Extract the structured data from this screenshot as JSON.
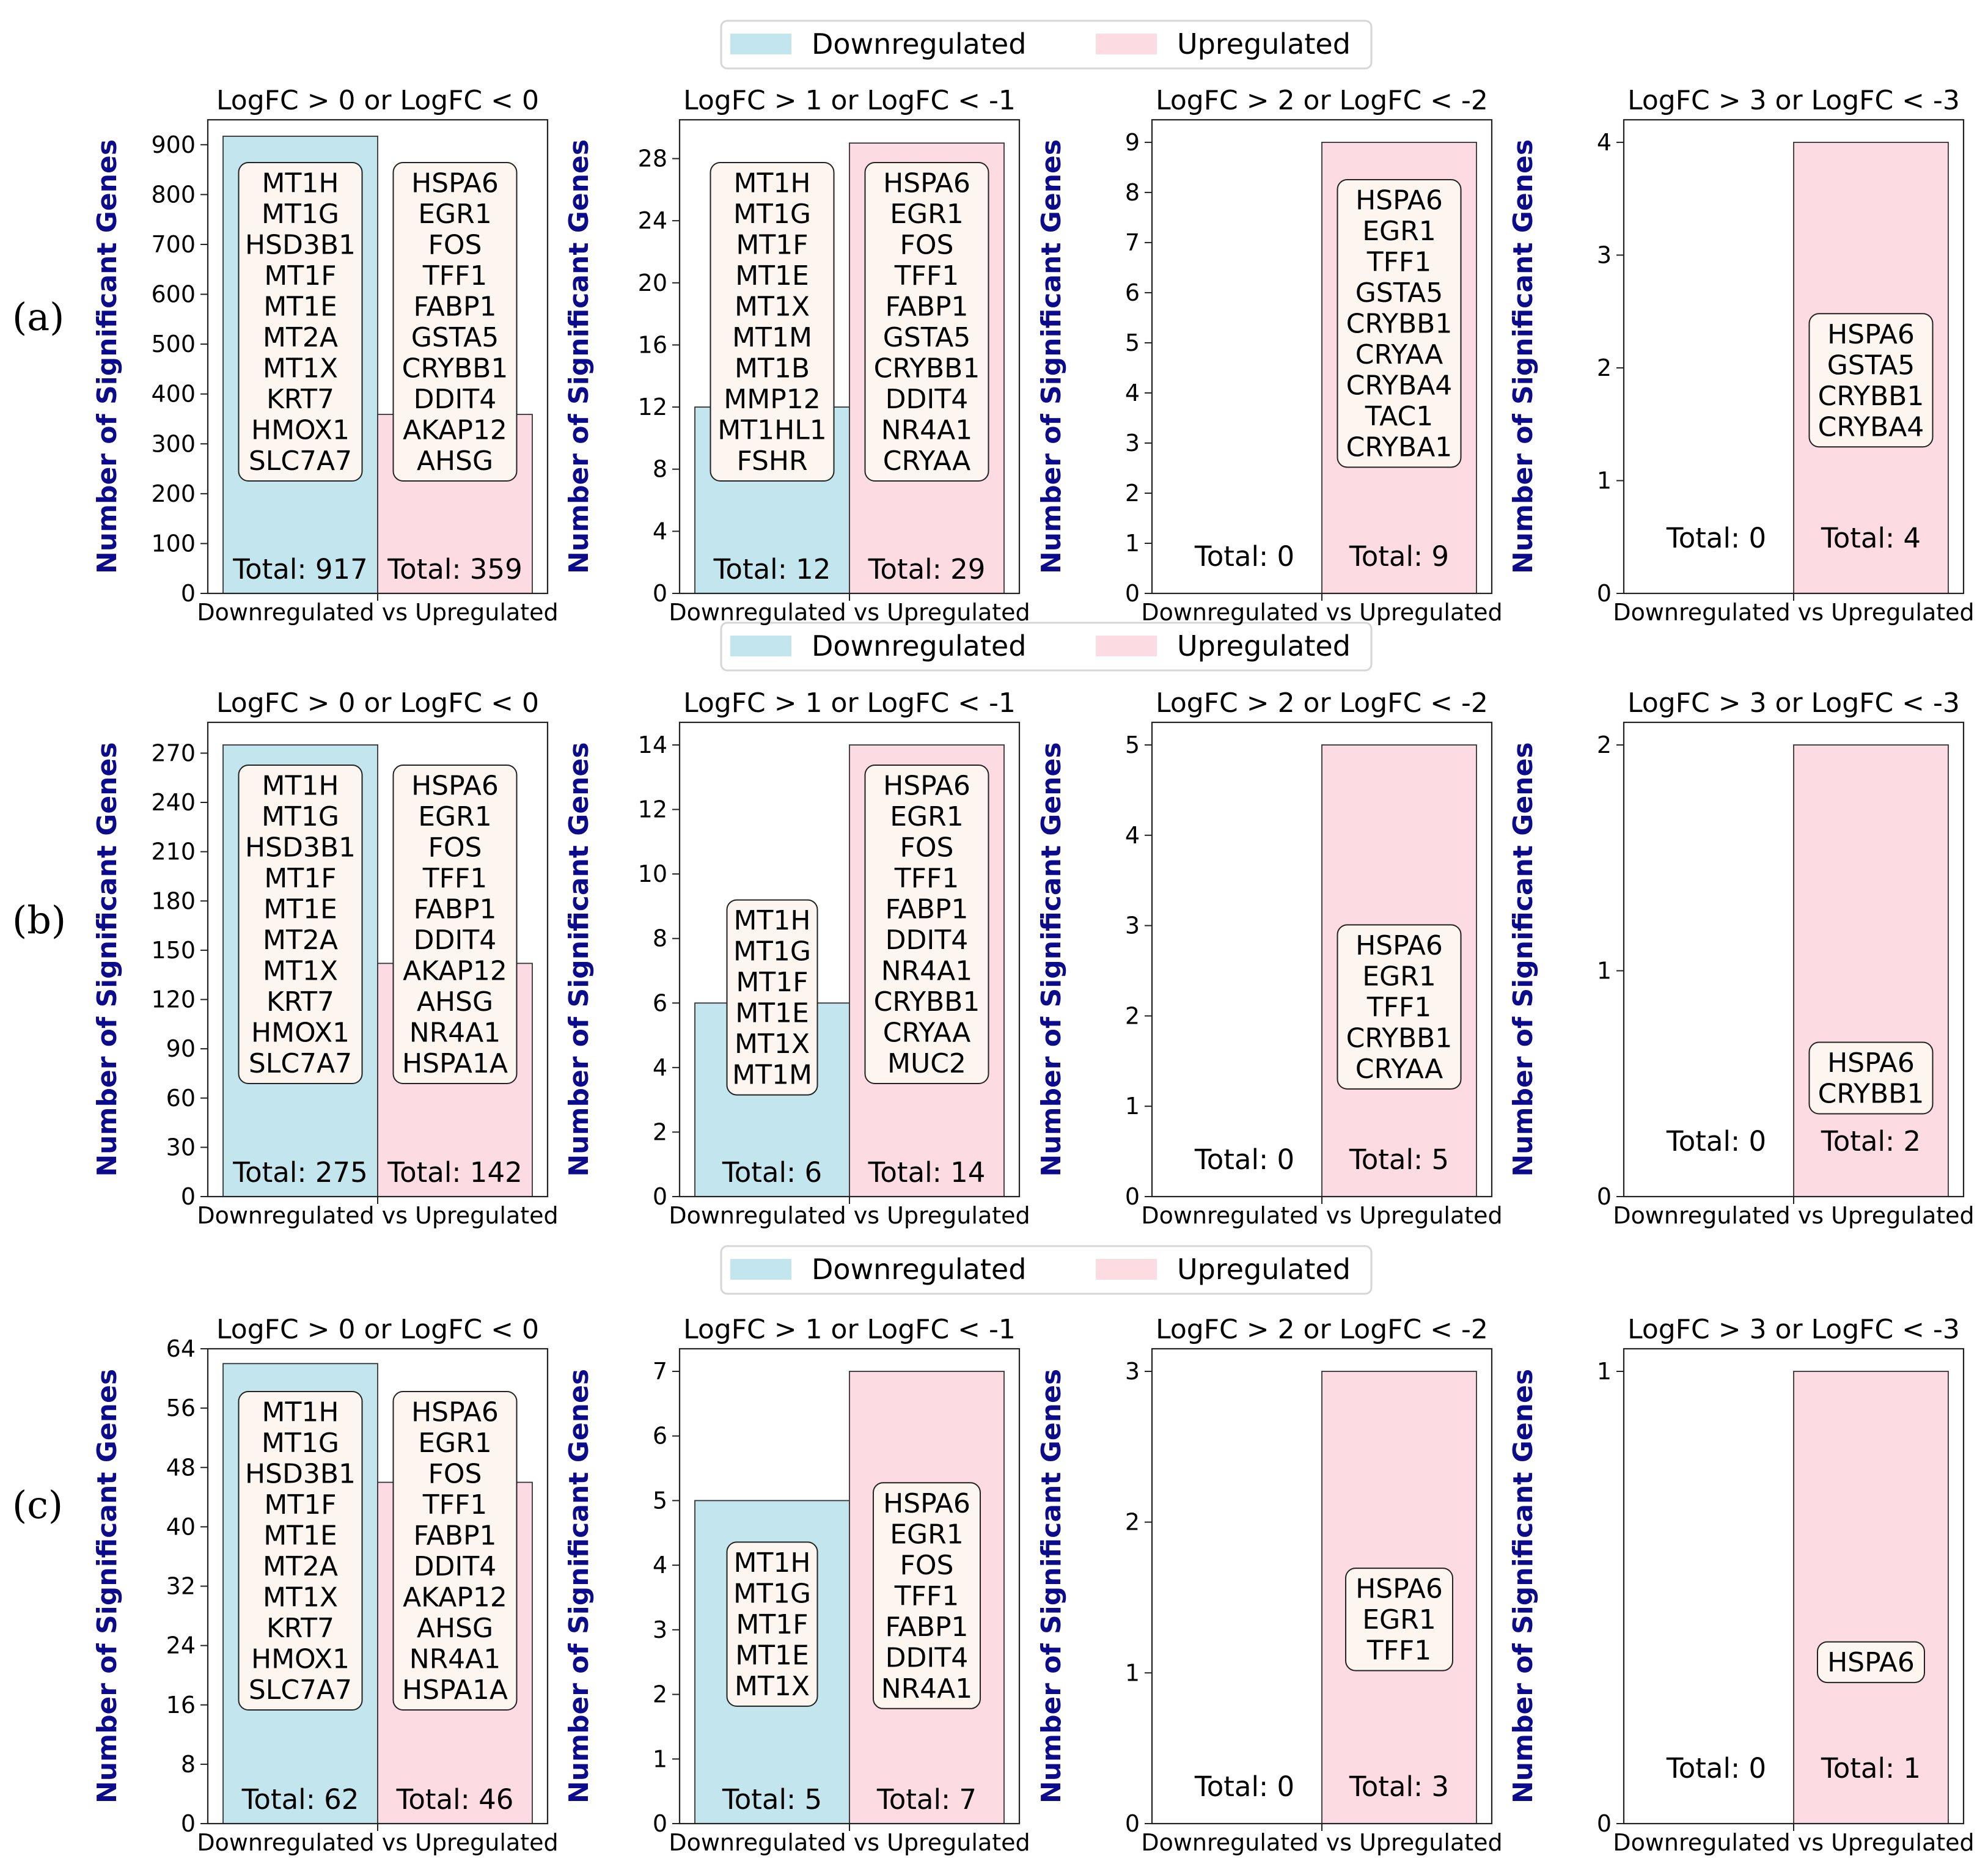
{
  "colors": {
    "down": "#c3e6ee",
    "up": "#fcdbe2",
    "box": "#fdf5ef",
    "ylabel": "#0b0b8c"
  },
  "legend": {
    "down_label": "Downregulated",
    "up_label": "Upregulated"
  },
  "x_label": "Downregulated vs Upregulated",
  "y_label": "Number of Significant Genes",
  "total_prefix": "Total: ",
  "rows": [
    {
      "label": "(a)"
    },
    {
      "label": "(b)"
    },
    {
      "label": "(c)"
    }
  ],
  "chart_data": [
    {
      "type": "bar",
      "row": 0,
      "col": 0,
      "title": "LogFC > 0 or LogFC < 0",
      "ylim": [
        0,
        950
      ],
      "yticks": [
        0,
        100,
        200,
        300,
        400,
        500,
        600,
        700,
        800,
        900
      ],
      "values": [
        917,
        359
      ],
      "down_genes": [
        "MT1H",
        "MT1G",
        "HSD3B1",
        "MT1F",
        "MT1E",
        "MT2A",
        "MT1X",
        "KRT7",
        "HMOX1",
        "SLC7A7"
      ],
      "up_genes": [
        "HSPA6",
        "EGR1",
        "FOS",
        "TFF1",
        "FABP1",
        "GSTA5",
        "CRYBB1",
        "DDIT4",
        "AKAP12",
        "AHSG"
      ]
    },
    {
      "type": "bar",
      "row": 0,
      "col": 1,
      "title": "LogFC > 1 or LogFC < -1",
      "ylim": [
        0,
        30.5
      ],
      "yticks": [
        0,
        4,
        8,
        12,
        16,
        20,
        24,
        28
      ],
      "values": [
        12,
        29
      ],
      "down_genes": [
        "MT1H",
        "MT1G",
        "MT1F",
        "MT1E",
        "MT1X",
        "MT1M",
        "MT1B",
        "MMP12",
        "MT1HL1",
        "FSHR"
      ],
      "up_genes": [
        "HSPA6",
        "EGR1",
        "FOS",
        "TFF1",
        "FABP1",
        "GSTA5",
        "CRYBB1",
        "DDIT4",
        "NR4A1",
        "CRYAA"
      ]
    },
    {
      "type": "bar",
      "row": 0,
      "col": 2,
      "title": "LogFC > 2 or LogFC < -2",
      "ylim": [
        0,
        9.45
      ],
      "yticks": [
        0,
        1,
        2,
        3,
        4,
        5,
        6,
        7,
        8,
        9
      ],
      "values": [
        0,
        9
      ],
      "down_genes": [],
      "up_genes": [
        "HSPA6",
        "EGR1",
        "TFF1",
        "GSTA5",
        "CRYBB1",
        "CRYAA",
        "CRYBA4",
        "TAC1",
        "CRYBA1"
      ]
    },
    {
      "type": "bar",
      "row": 0,
      "col": 3,
      "title": "LogFC > 3 or LogFC < -3",
      "ylim": [
        0,
        4.2
      ],
      "yticks": [
        0,
        1,
        2,
        3,
        4
      ],
      "values": [
        0,
        4
      ],
      "down_genes": [],
      "up_genes": [
        "HSPA6",
        "GSTA5",
        "CRYBB1",
        "CRYBA4"
      ]
    },
    {
      "type": "bar",
      "row": 1,
      "col": 0,
      "title": "LogFC > 0 or LogFC < 0",
      "ylim": [
        0,
        288.75
      ],
      "yticks": [
        0,
        30,
        60,
        90,
        120,
        150,
        180,
        210,
        240,
        270
      ],
      "values": [
        275,
        142
      ],
      "down_genes": [
        "MT1H",
        "MT1G",
        "HSD3B1",
        "MT1F",
        "MT1E",
        "MT2A",
        "MT1X",
        "KRT7",
        "HMOX1",
        "SLC7A7"
      ],
      "up_genes": [
        "HSPA6",
        "EGR1",
        "FOS",
        "TFF1",
        "FABP1",
        "DDIT4",
        "AKAP12",
        "AHSG",
        "NR4A1",
        "HSPA1A"
      ]
    },
    {
      "type": "bar",
      "row": 1,
      "col": 1,
      "title": "LogFC > 1 or LogFC < -1",
      "ylim": [
        0,
        14.7
      ],
      "yticks": [
        0,
        2,
        4,
        6,
        8,
        10,
        12,
        14
      ],
      "values": [
        6,
        14
      ],
      "down_genes": [
        "MT1H",
        "MT1G",
        "MT1F",
        "MT1E",
        "MT1X",
        "MT1M"
      ],
      "up_genes": [
        "HSPA6",
        "EGR1",
        "FOS",
        "TFF1",
        "FABP1",
        "DDIT4",
        "NR4A1",
        "CRYBB1",
        "CRYAA",
        "MUC2"
      ]
    },
    {
      "type": "bar",
      "row": 1,
      "col": 2,
      "title": "LogFC > 2 or LogFC < -2",
      "ylim": [
        0,
        5.25
      ],
      "yticks": [
        0,
        1,
        2,
        3,
        4,
        5
      ],
      "values": [
        0,
        5
      ],
      "down_genes": [],
      "up_genes": [
        "HSPA6",
        "EGR1",
        "TFF1",
        "CRYBB1",
        "CRYAA"
      ]
    },
    {
      "type": "bar",
      "row": 1,
      "col": 3,
      "title": "LogFC > 3 or LogFC < -3",
      "ylim": [
        0,
        2.1
      ],
      "yticks": [
        0,
        1,
        2
      ],
      "values": [
        0,
        2
      ],
      "down_genes": [],
      "up_genes": [
        "HSPA6",
        "CRYBB1"
      ]
    },
    {
      "type": "bar",
      "row": 2,
      "col": 0,
      "title": "LogFC > 0 or LogFC < 0",
      "ylim": [
        0,
        64
      ],
      "yticks": [
        0,
        8,
        16,
        24,
        32,
        40,
        48,
        56,
        64
      ],
      "values": [
        62,
        46
      ],
      "down_genes": [
        "MT1H",
        "MT1G",
        "HSD3B1",
        "MT1F",
        "MT1E",
        "MT2A",
        "MT1X",
        "KRT7",
        "HMOX1",
        "SLC7A7"
      ],
      "up_genes": [
        "HSPA6",
        "EGR1",
        "FOS",
        "TFF1",
        "FABP1",
        "DDIT4",
        "AKAP12",
        "AHSG",
        "NR4A1",
        "HSPA1A"
      ]
    },
    {
      "type": "bar",
      "row": 2,
      "col": 1,
      "title": "LogFC > 1 or LogFC < -1",
      "ylim": [
        0,
        7.35
      ],
      "yticks": [
        0,
        1,
        2,
        3,
        4,
        5,
        6,
        7
      ],
      "values": [
        5,
        7
      ],
      "down_genes": [
        "MT1H",
        "MT1G",
        "MT1F",
        "MT1E",
        "MT1X"
      ],
      "up_genes": [
        "HSPA6",
        "EGR1",
        "FOS",
        "TFF1",
        "FABP1",
        "DDIT4",
        "NR4A1"
      ]
    },
    {
      "type": "bar",
      "row": 2,
      "col": 2,
      "title": "LogFC > 2 or LogFC < -2",
      "ylim": [
        0,
        3.15
      ],
      "yticks": [
        0,
        1,
        2,
        3
      ],
      "values": [
        0,
        3
      ],
      "down_genes": [],
      "up_genes": [
        "HSPA6",
        "EGR1",
        "TFF1"
      ]
    },
    {
      "type": "bar",
      "row": 2,
      "col": 3,
      "title": "LogFC > 3 or LogFC < -3",
      "ylim": [
        0,
        1.05
      ],
      "yticks": [
        0,
        1
      ],
      "values": [
        0,
        1
      ],
      "down_genes": [],
      "up_genes": [
        "HSPA6"
      ]
    }
  ]
}
